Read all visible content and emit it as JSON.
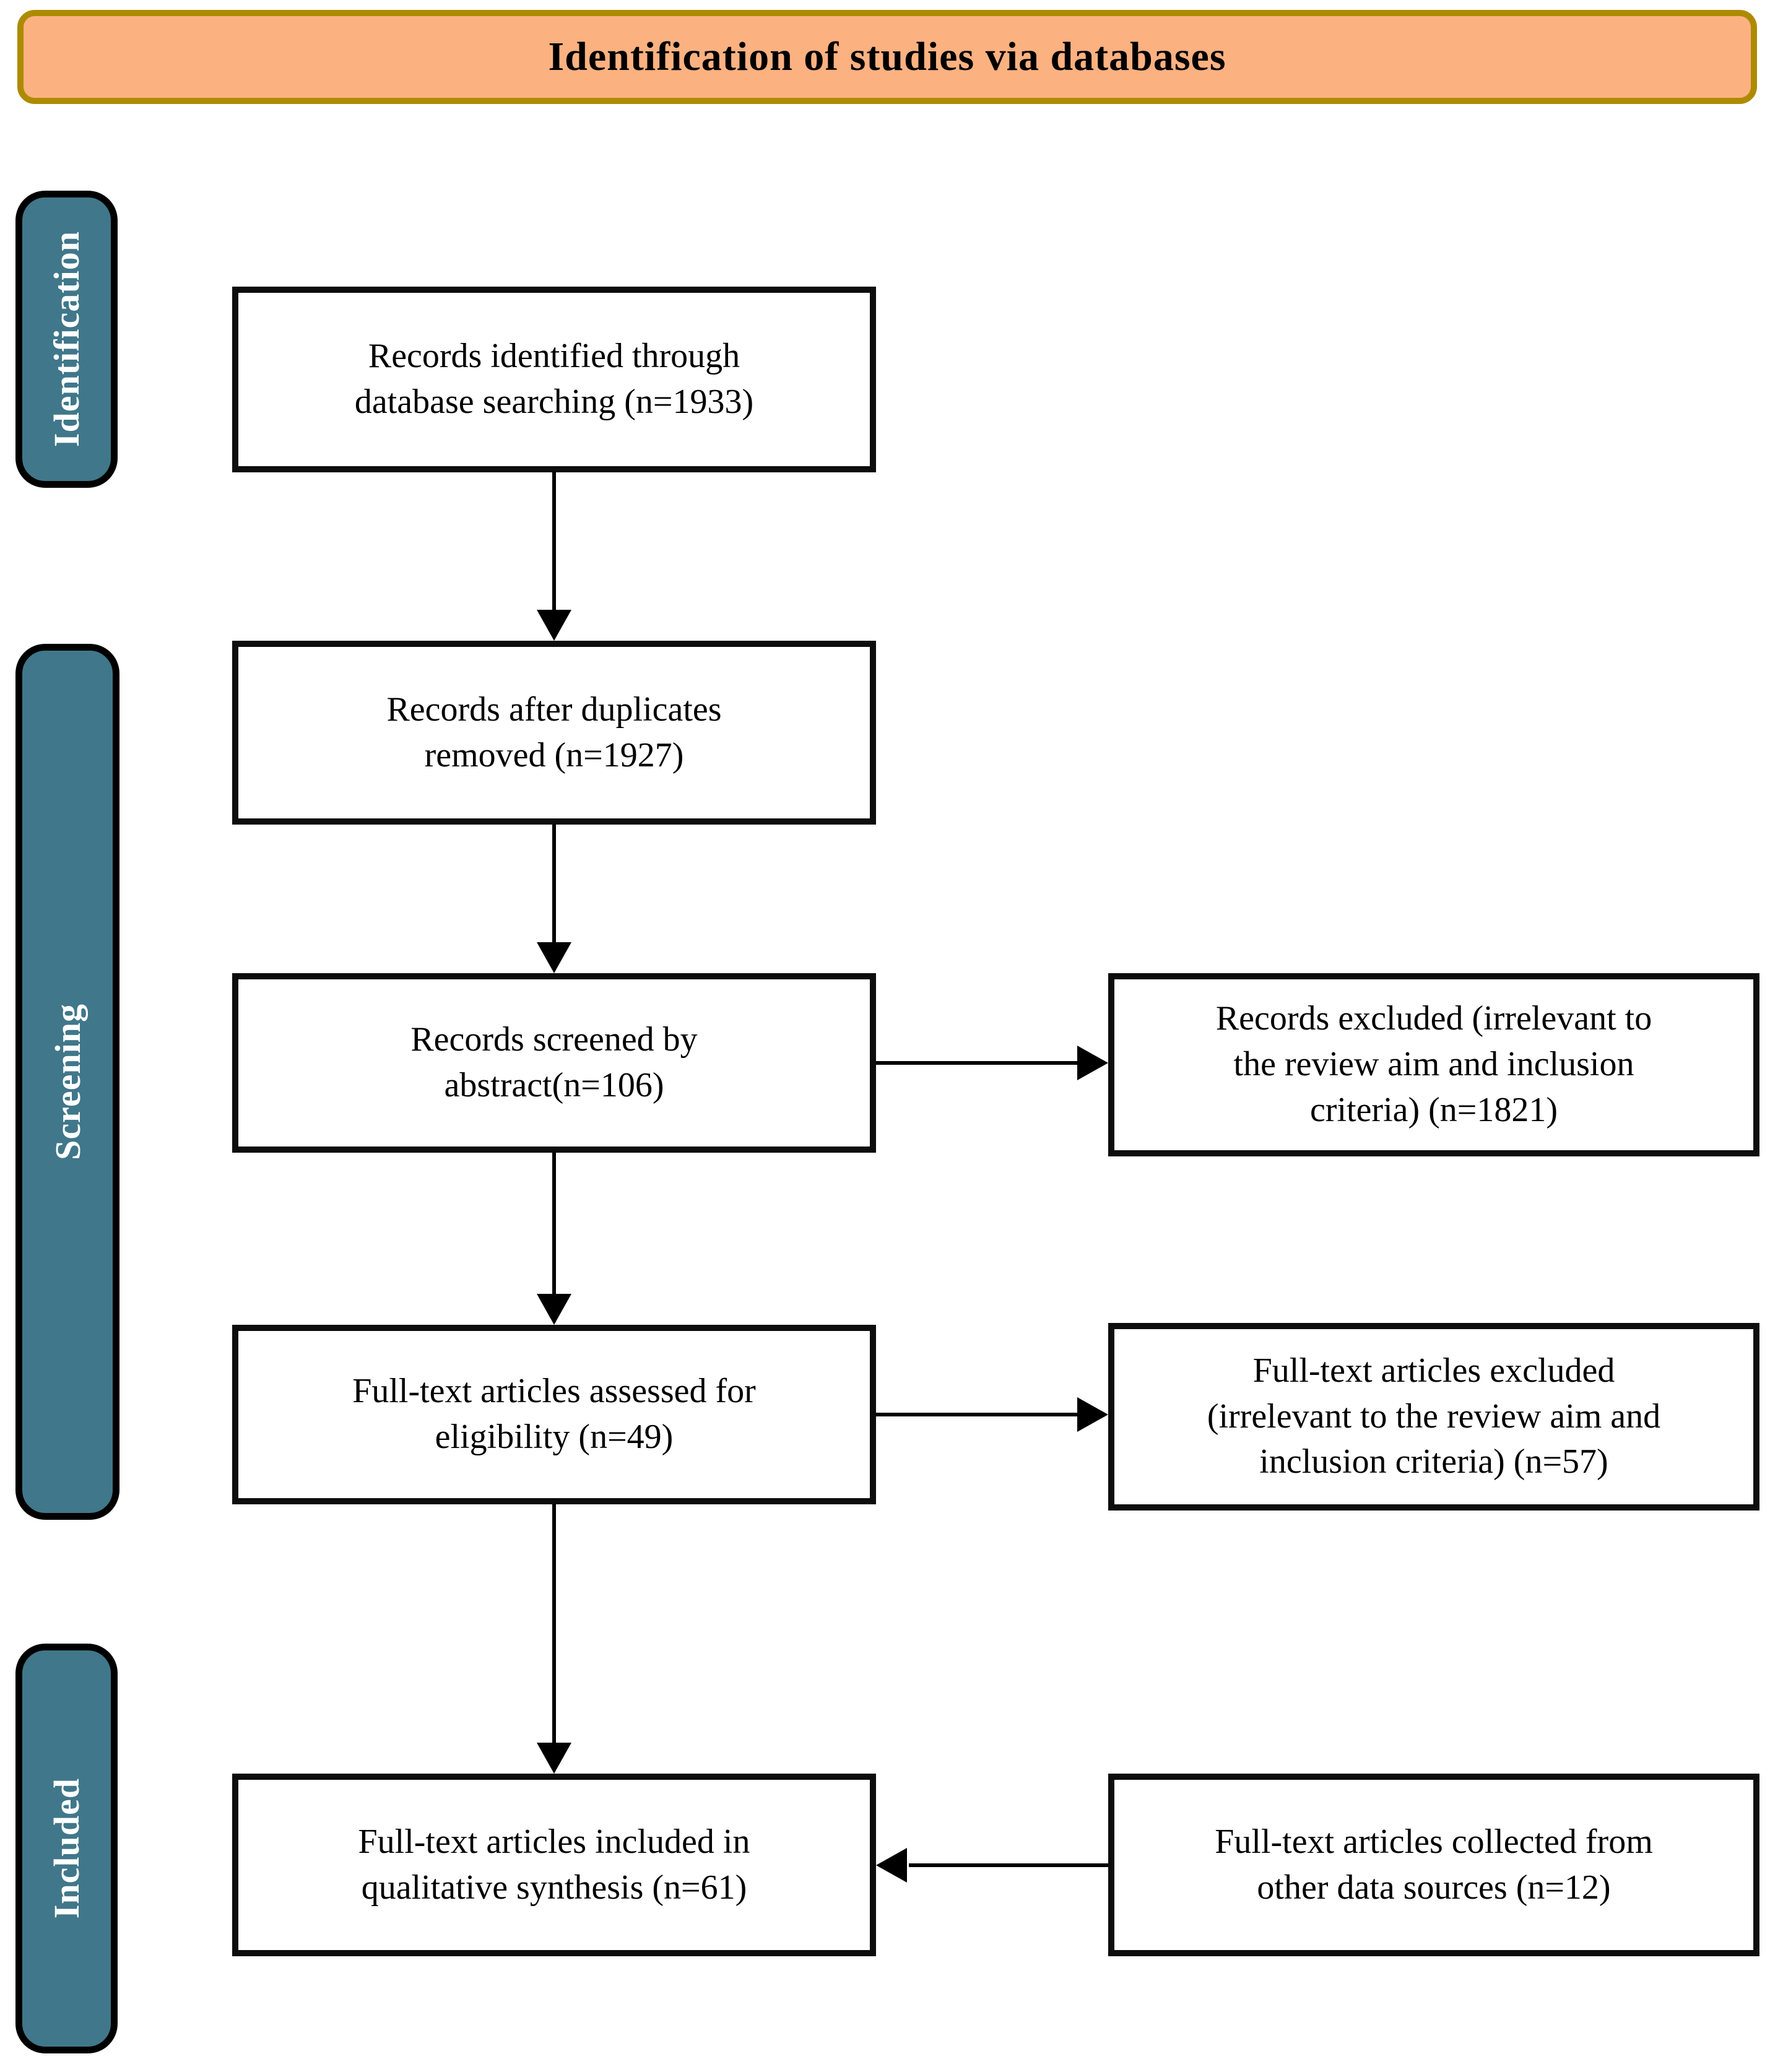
{
  "banner": {
    "title": "Identification of studies via databases"
  },
  "colors": {
    "banner_fill": "#FCB181",
    "banner_border": "#AD8B00",
    "stage_fill": "#40778A",
    "stage_text": "#FFFFFF",
    "box_fill": "#FFFFFF",
    "box_border": "#0D0D0D",
    "arrow": "#000000"
  },
  "stages": [
    {
      "label": "Identification"
    },
    {
      "label": "Screening"
    },
    {
      "label": "Included"
    }
  ],
  "main_flow": [
    {
      "text": "Records identified through\ndatabase searching (n=1933)",
      "count": 1933
    },
    {
      "text": "Records after duplicates\nremoved (n=1927)",
      "count": 1927
    },
    {
      "text": "Records screened by\nabstract(n=106)",
      "count": 106
    },
    {
      "text": "Full-text articles assessed for\neligibility (n=49)",
      "count": 49
    },
    {
      "text": "Full-text articles included in\nqualitative synthesis (n=61)",
      "count": 61
    }
  ],
  "side_flow": [
    {
      "text": "Records excluded (irrelevant to\nthe review aim and inclusion\ncriteria) (n=1821)",
      "count": 1821
    },
    {
      "text": "Full-text articles excluded\n(irrelevant to the review aim and\ninclusion criteria) (n=57)",
      "count": 57
    },
    {
      "text": "Full-text articles collected from\nother data sources (n=12)",
      "count": 12
    }
  ]
}
